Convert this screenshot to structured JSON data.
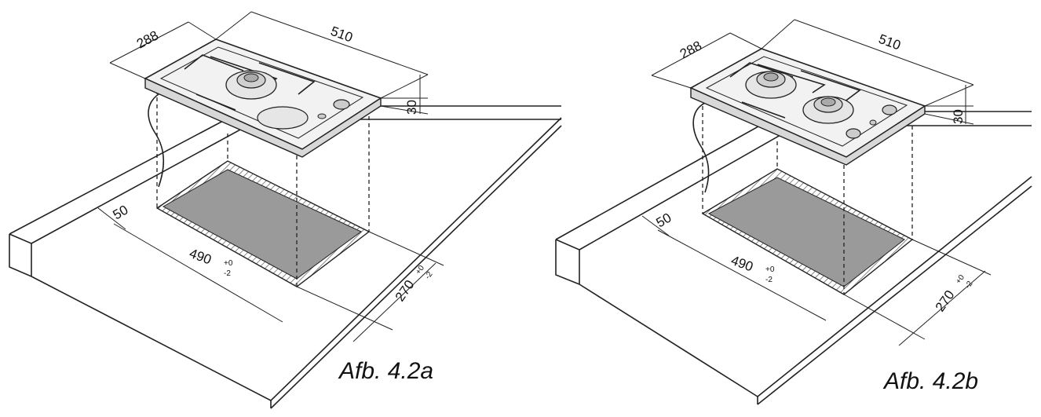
{
  "figures": [
    {
      "id": "a",
      "caption": "Afb. 4.2a",
      "burners": 1,
      "dimensions": {
        "width": "288",
        "length": "510",
        "height": "30",
        "offset": "50",
        "cutout_length": "490",
        "cutout_length_tolerance_plus": "+0",
        "cutout_length_tolerance_minus": "-2",
        "cutout_width": "270",
        "cutout_width_tolerance_plus": "+0",
        "cutout_width_tolerance_minus": "-2"
      }
    },
    {
      "id": "b",
      "caption": "Afb. 4.2b",
      "burners": 2,
      "dimensions": {
        "width": "288",
        "length": "510",
        "height": "30",
        "offset": "50",
        "cutout_length": "490",
        "cutout_length_tolerance_plus": "+0",
        "cutout_length_tolerance_minus": "-2",
        "cutout_width": "270",
        "cutout_width_tolerance_plus": "+0",
        "cutout_width_tolerance_minus": "-2"
      }
    }
  ]
}
